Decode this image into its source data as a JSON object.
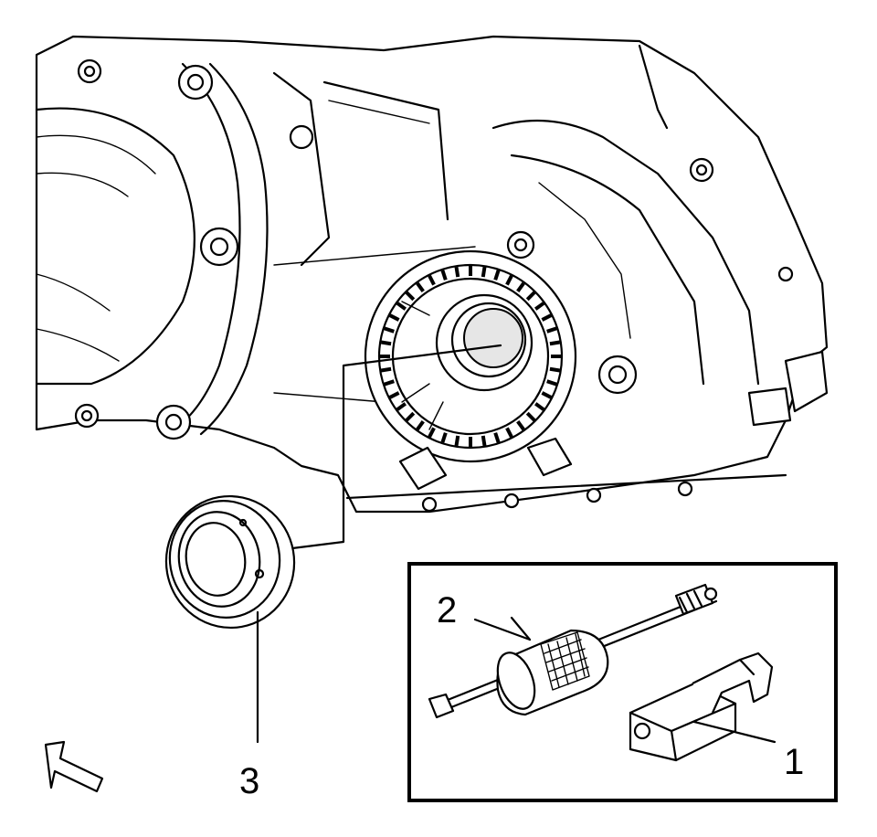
{
  "figure": {
    "description_labels": [
      {
        "id": "1",
        "text": "1"
      },
      {
        "id": "2",
        "text": "2"
      },
      {
        "id": "3",
        "text": "3"
      }
    ]
  }
}
